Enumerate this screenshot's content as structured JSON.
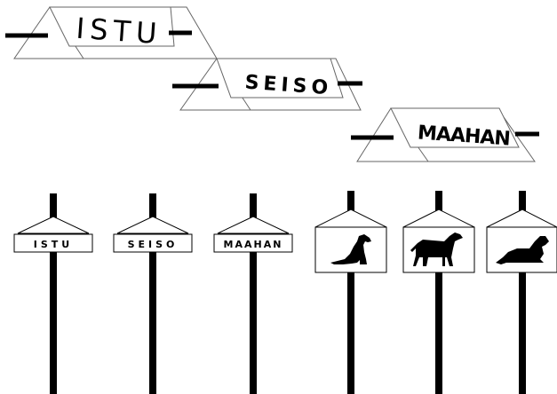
{
  "large_signs": [
    {
      "label": "ISTU"
    },
    {
      "label": "SEISO"
    },
    {
      "label": "MAAHAN"
    }
  ],
  "small_text_signs": [
    {
      "label": "ISTU"
    },
    {
      "label": "SEISO"
    },
    {
      "label": "MAAHAN"
    }
  ],
  "dog_signs": [
    {
      "pose": "sit-icon"
    },
    {
      "pose": "stand-icon"
    },
    {
      "pose": "down-icon"
    }
  ],
  "colors": {
    "ink": "#000000",
    "background": "#ffffff",
    "stroke": "#666666"
  }
}
